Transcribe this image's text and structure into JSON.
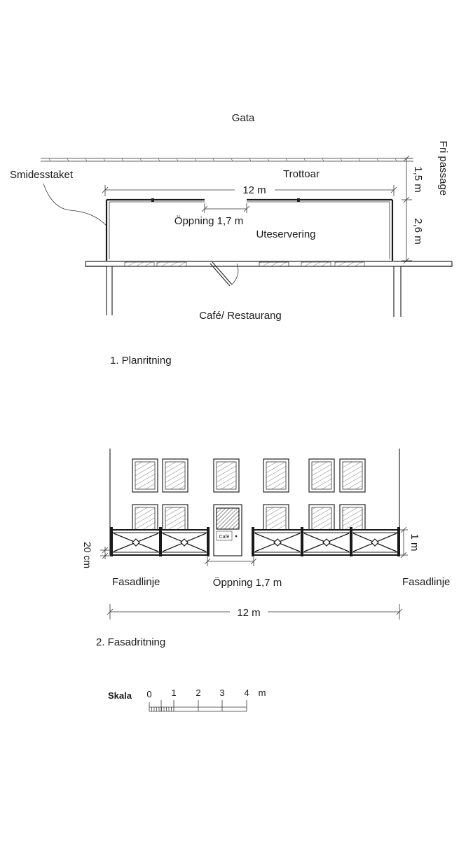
{
  "plan": {
    "street": "Gata",
    "sidewalk": "Trottoar",
    "fence_label": "Smidesstaket",
    "width_dim": "12 m",
    "free_passage": "Fri passage",
    "passage_dim": "1,5 m",
    "depth_dim": "2,6 m",
    "opening": "Öppning 1,7 m",
    "seating": "Uteservering",
    "building": "Café/ Restaurang",
    "caption": "1. Planritning"
  },
  "facade": {
    "sign": "Café",
    "height_dim": "1 m",
    "gap_dim": "20 cm",
    "facade_line_left": "Fasadlinje",
    "facade_line_right": "Fasadlinje",
    "opening": "Öppning 1,7 m",
    "width_dim": "12 m",
    "caption": "2. Fasadritning"
  },
  "scale": {
    "label": "Skala",
    "ticks": [
      "0",
      "1",
      "2",
      "3",
      "4"
    ],
    "unit": "m"
  }
}
